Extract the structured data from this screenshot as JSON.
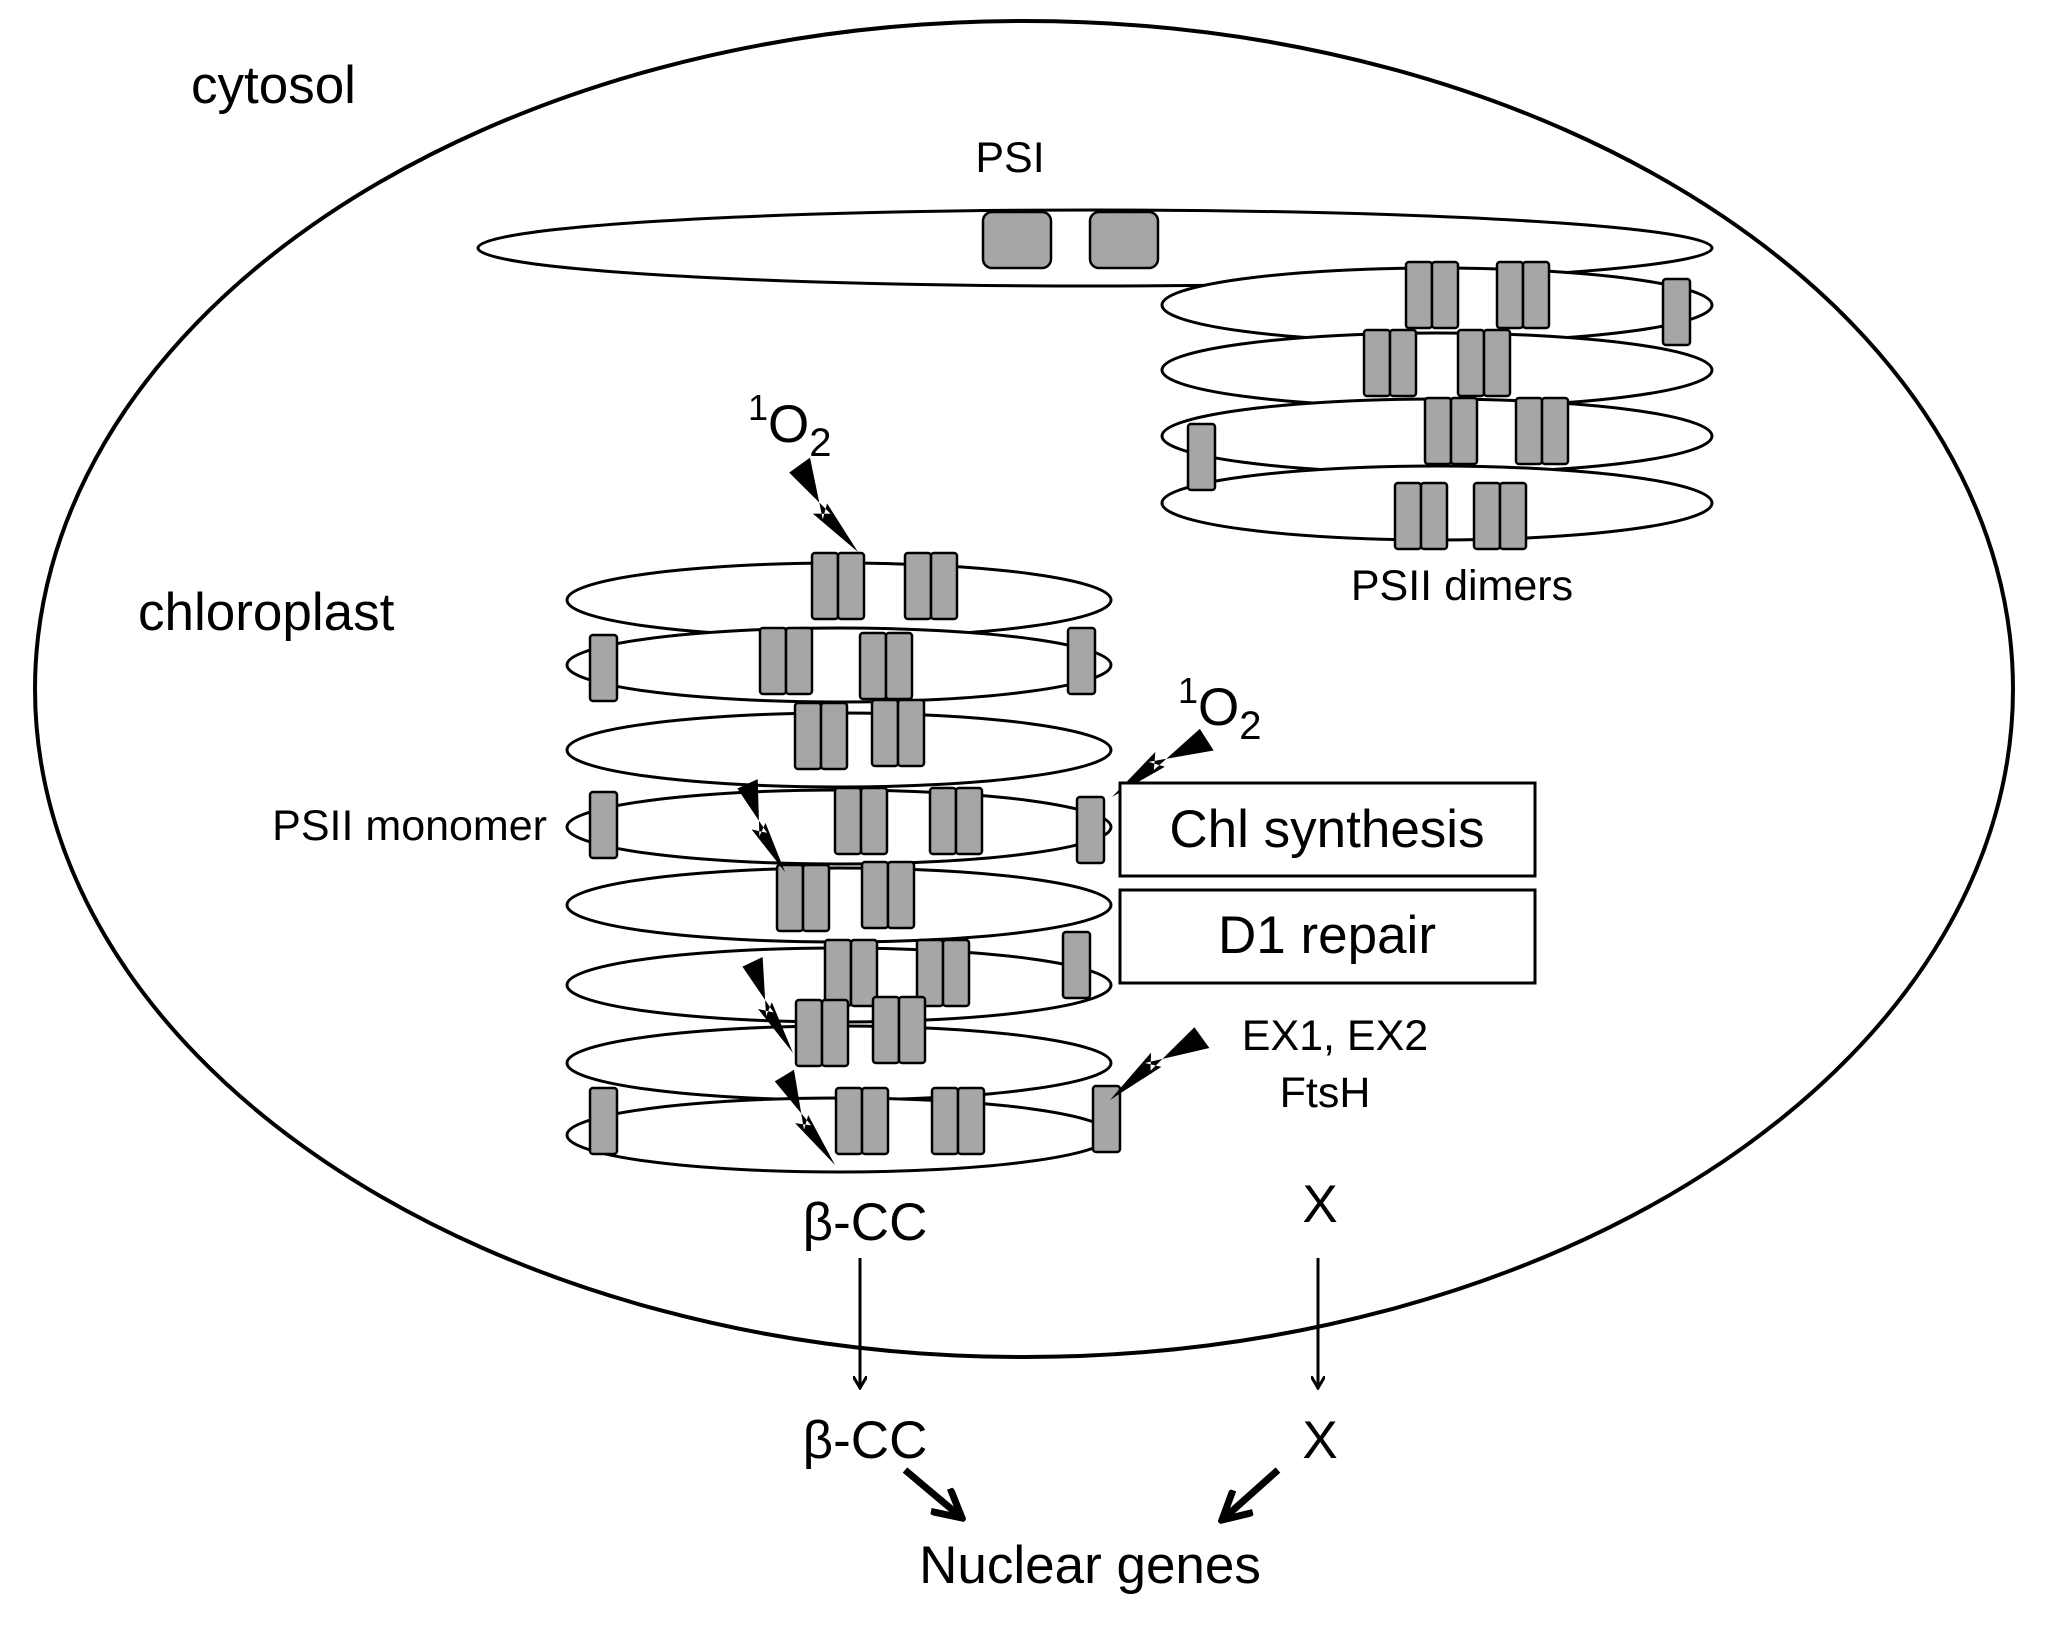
{
  "labels": {
    "cytosol": "cytosol",
    "chloroplast": "chloroplast",
    "psi": "PSI",
    "psii_dimers": "PSII dimers",
    "psii_monomer": "PSII monomer",
    "singlet_oxygen_top": {
      "superscript": "1",
      "base": "O",
      "subscript": "2"
    },
    "singlet_oxygen_right": {
      "superscript": "1",
      "base": "O",
      "subscript": "2"
    },
    "chl_synthesis": "Chl synthesis",
    "d1_repair": "D1 repair",
    "ex1_ex2": "EX1, EX2",
    "ftsh": "FtsH",
    "beta_cc_chloroplast": "β-CC",
    "x_chloroplast": "X",
    "beta_cc_cytosol": "β-CC",
    "x_cytosol": "X",
    "nuclear_genes": "Nuclear genes"
  },
  "colors": {
    "line": "#000000",
    "protein_fill": "#a6a6a6",
    "background": "#ffffff"
  }
}
